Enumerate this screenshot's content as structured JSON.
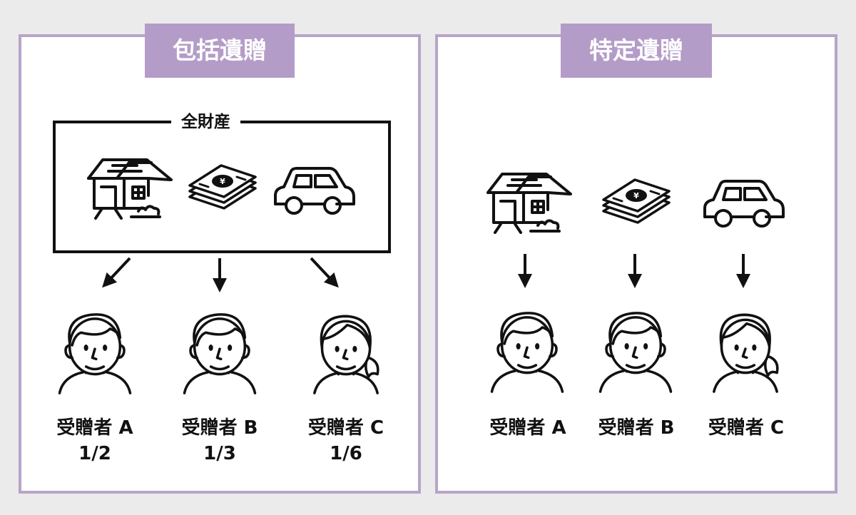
{
  "colors": {
    "accent": "#b49cc8",
    "border": "#b8a4c9",
    "ink": "#111111",
    "background": "#ebebeb"
  },
  "left": {
    "title": "包括遺贈",
    "group_label": "全財産",
    "assets": [
      {
        "icon": "house-icon"
      },
      {
        "icon": "yen-money-stack-icon"
      },
      {
        "icon": "car-icon"
      }
    ],
    "recipients": [
      {
        "name": "受贈者 A",
        "share": "1/2",
        "icon": "man-face-icon"
      },
      {
        "name": "受贈者 B",
        "share": "1/3",
        "icon": "man-face-icon"
      },
      {
        "name": "受贈者 C",
        "share": "1/6",
        "icon": "woman-face-icon"
      }
    ]
  },
  "right": {
    "title": "特定遺贈",
    "assets": [
      {
        "icon": "house-icon"
      },
      {
        "icon": "yen-money-stack-icon"
      },
      {
        "icon": "car-icon"
      }
    ],
    "recipients": [
      {
        "name": "受贈者 A",
        "icon": "man-face-icon"
      },
      {
        "name": "受贈者 B",
        "icon": "man-face-icon"
      },
      {
        "name": "受贈者 C",
        "icon": "woman-face-icon"
      }
    ]
  }
}
